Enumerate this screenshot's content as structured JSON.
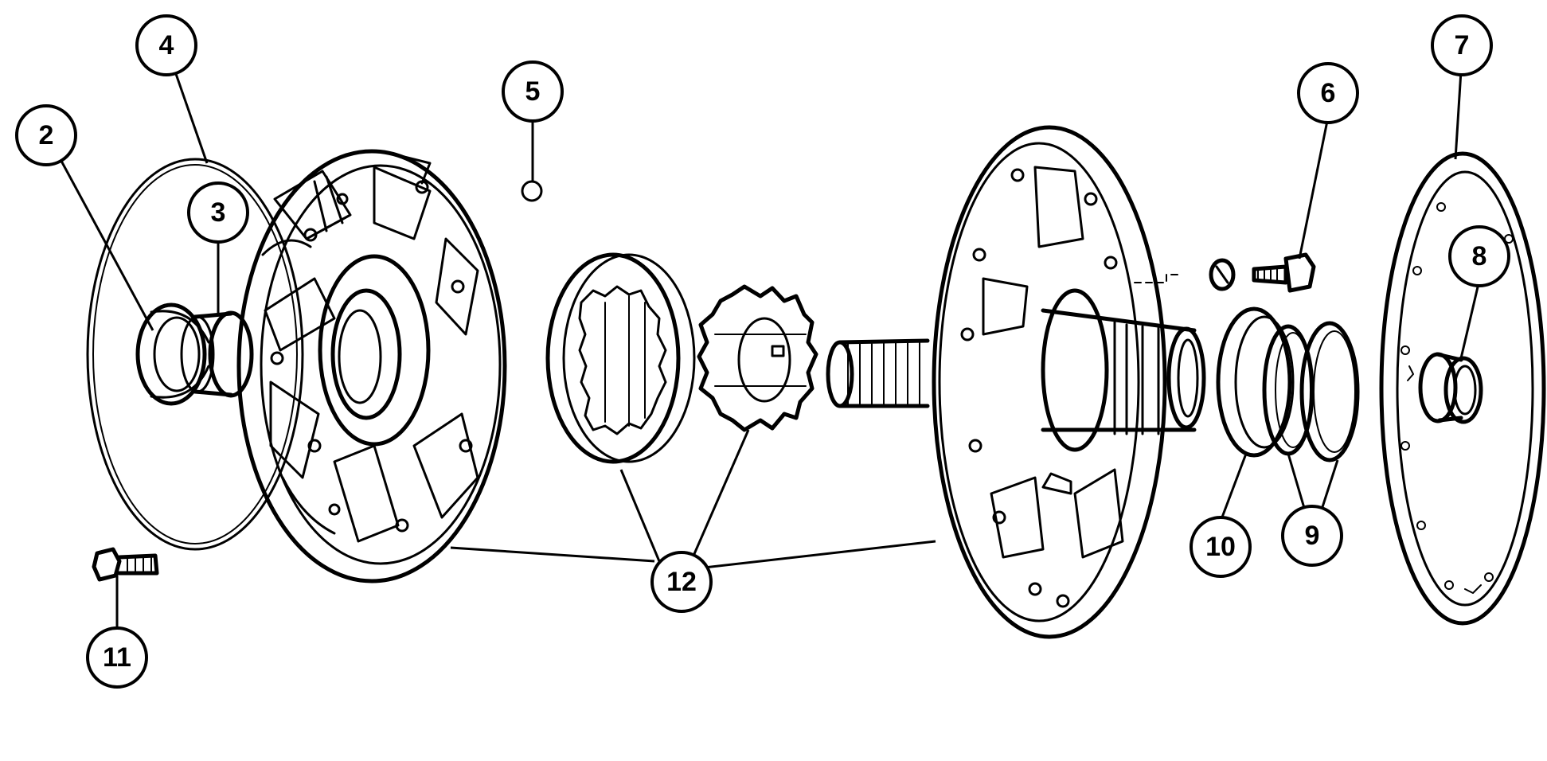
{
  "callouts": [
    {
      "id": "2",
      "label": "2"
    },
    {
      "id": "3",
      "label": "3"
    },
    {
      "id": "4",
      "label": "4"
    },
    {
      "id": "5",
      "label": "5"
    },
    {
      "id": "6",
      "label": "6"
    },
    {
      "id": "7",
      "label": "7"
    },
    {
      "id": "8",
      "label": "8"
    },
    {
      "id": "9",
      "label": "9"
    },
    {
      "id": "10",
      "label": "10"
    },
    {
      "id": "11",
      "label": "11"
    },
    {
      "id": "12",
      "label": "12"
    }
  ]
}
